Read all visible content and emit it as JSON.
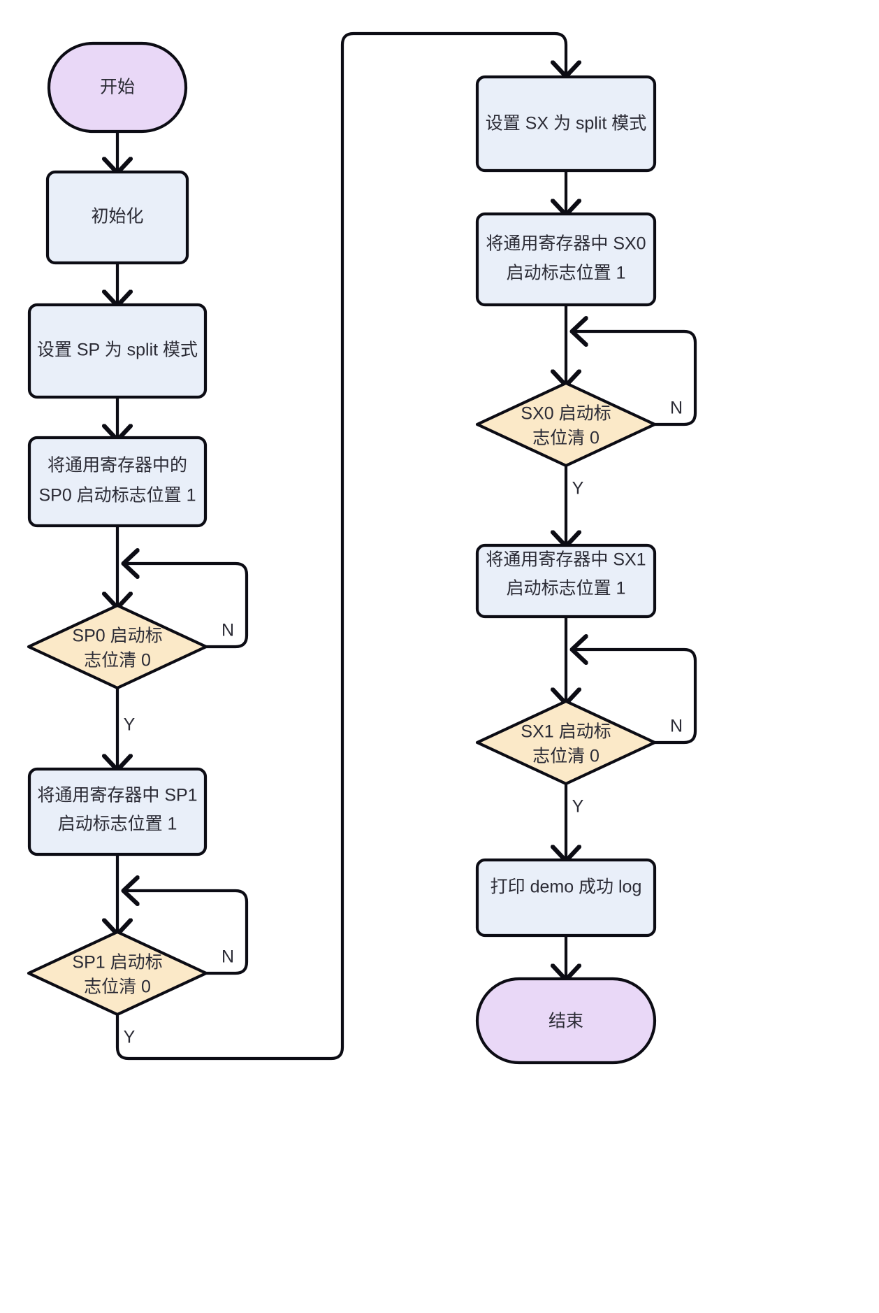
{
  "diagram": {
    "type": "flowchart",
    "orientation": "two-column, top-to-bottom",
    "background_color": "#ffffff",
    "colors": {
      "terminator_fill": "#e9d8f7",
      "process_fill": "#e9eff9",
      "decision_fill": "#fbe9c8",
      "stroke": "#0c0c14",
      "text": "#2b2b35"
    },
    "nodes": [
      {
        "id": "start",
        "shape": "terminator",
        "label": "开始"
      },
      {
        "id": "init",
        "shape": "process",
        "label": "初始化"
      },
      {
        "id": "sp_split",
        "shape": "process",
        "label": "设置 SP 为 split 模式"
      },
      {
        "id": "sp0_set",
        "shape": "process",
        "line1": "将通用寄存器中的",
        "line2": "SP0 启动标志位置 1"
      },
      {
        "id": "sp0_check",
        "shape": "decision",
        "line1": "SP0 启动标",
        "line2": "志位清 0"
      },
      {
        "id": "sp1_set",
        "shape": "process",
        "line1": "将通用寄存器中 SP1",
        "line2": "启动标志位置 1"
      },
      {
        "id": "sp1_check",
        "shape": "decision",
        "line1": "SP1 启动标",
        "line2": "志位清 0"
      },
      {
        "id": "sx_split",
        "shape": "process",
        "label": "设置 SX 为 split 模式"
      },
      {
        "id": "sx0_set",
        "shape": "process",
        "line1": "将通用寄存器中 SX0",
        "line2": "启动标志位置 1"
      },
      {
        "id": "sx0_check",
        "shape": "decision",
        "line1": "SX0 启动标",
        "line2": "志位清 0"
      },
      {
        "id": "sx1_set",
        "shape": "process",
        "line1": "将通用寄存器中 SX1",
        "line2": "启动标志位置 1"
      },
      {
        "id": "sx1_check",
        "shape": "decision",
        "line1": "SX1 启动标",
        "line2": "志位清 0"
      },
      {
        "id": "print_log",
        "shape": "process",
        "label": "打印 demo 成功 log"
      },
      {
        "id": "end",
        "shape": "terminator",
        "label": "结束"
      }
    ],
    "edge_labels": {
      "sp0_no": "N",
      "sp0_yes": "Y",
      "sp1_no": "N",
      "sp1_yes": "Y",
      "sx0_no": "N",
      "sx0_yes": "Y",
      "sx1_no": "N",
      "sx1_yes": "Y"
    },
    "edges": [
      {
        "from": "start",
        "to": "init",
        "label": ""
      },
      {
        "from": "init",
        "to": "sp_split",
        "label": ""
      },
      {
        "from": "sp_split",
        "to": "sp0_set",
        "label": ""
      },
      {
        "from": "sp0_set",
        "to": "sp0_check",
        "label": ""
      },
      {
        "from": "sp0_check",
        "to": "sp0_check",
        "label": "N"
      },
      {
        "from": "sp0_check",
        "to": "sp1_set",
        "label": "Y"
      },
      {
        "from": "sp1_set",
        "to": "sp1_check",
        "label": ""
      },
      {
        "from": "sp1_check",
        "to": "sp1_check",
        "label": "N"
      },
      {
        "from": "sp1_check",
        "to": "sx_split",
        "label": "Y"
      },
      {
        "from": "sx_split",
        "to": "sx0_set",
        "label": ""
      },
      {
        "from": "sx0_set",
        "to": "sx0_check",
        "label": ""
      },
      {
        "from": "sx0_check",
        "to": "sx0_check",
        "label": "N"
      },
      {
        "from": "sx0_check",
        "to": "sx1_set",
        "label": "Y"
      },
      {
        "from": "sx1_set",
        "to": "sx1_check",
        "label": ""
      },
      {
        "from": "sx1_check",
        "to": "sx1_check",
        "label": "N"
      },
      {
        "from": "sx1_check",
        "to": "print_log",
        "label": "Y"
      },
      {
        "from": "print_log",
        "to": "end",
        "label": ""
      }
    ]
  }
}
